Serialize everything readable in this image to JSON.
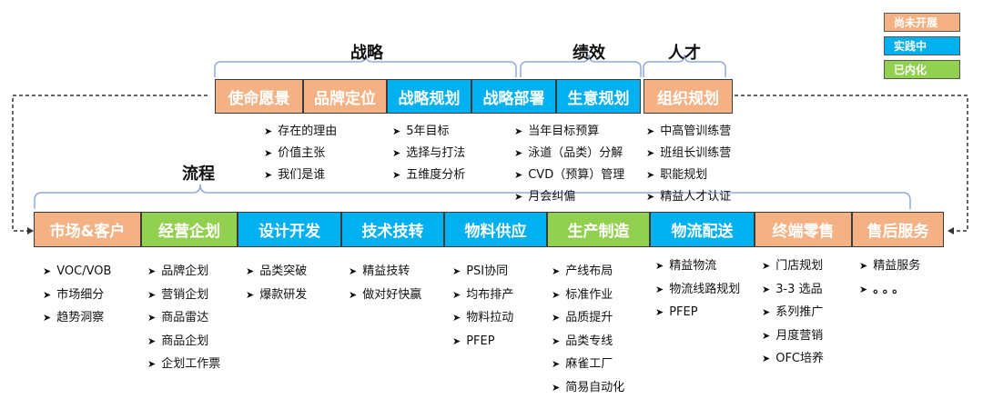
{
  "colors": {
    "todo": "#f4b183",
    "doing": "#00b0f0",
    "done": "#92d050",
    "bracket": "#8faadc",
    "dash": "#333333"
  },
  "legend": {
    "todo": "尚未开展",
    "doing": "实践中",
    "done": "已内化"
  },
  "headings": {
    "strategy": "战略",
    "performance": "绩效",
    "talent": "人才",
    "process": "流程"
  },
  "top_row": [
    {
      "label": "使命愿景",
      "status": "todo"
    },
    {
      "label": "品牌定位",
      "status": "todo"
    },
    {
      "label": "战略规划",
      "status": "doing"
    },
    {
      "label": "战略部署",
      "status": "doing"
    },
    {
      "label": "生意规划",
      "status": "doing"
    },
    {
      "label": "组织规划",
      "status": "todo"
    }
  ],
  "top_lists": [
    [
      "存在的理由",
      "价值主张",
      "我们是谁"
    ],
    [
      "5年目标",
      "选择与打法",
      "五维度分析"
    ],
    [
      "当年目标预算",
      "泳道（品类）分解",
      "CVD（预算）管理",
      "月会纠偏"
    ],
    [
      "中高管训练营",
      "班组长训练营",
      "职能规划",
      "精益人才认证"
    ]
  ],
  "bottom_row": [
    {
      "label": "市场&客户",
      "status": "todo"
    },
    {
      "label": "经营企划",
      "status": "done"
    },
    {
      "label": "设计开发",
      "status": "doing"
    },
    {
      "label": "技术技转",
      "status": "doing"
    },
    {
      "label": "物料供应",
      "status": "doing"
    },
    {
      "label": "生产制造",
      "status": "done"
    },
    {
      "label": "物流配送",
      "status": "doing"
    },
    {
      "label": "终端零售",
      "status": "todo"
    },
    {
      "label": "售后服务",
      "status": "todo"
    }
  ],
  "bottom_lists": [
    [
      "VOC/VOB",
      "市场细分",
      "趋势洞察"
    ],
    [
      "品牌企划",
      "营销企划",
      "商品雷达",
      "商品企划",
      "企划工作票"
    ],
    [
      "品类突破",
      "爆款研发"
    ],
    [
      "精益技转",
      "做对好快赢"
    ],
    [
      "PSI协同",
      "均布排产",
      "物料拉动",
      "PFEP"
    ],
    [
      "产线布局",
      "标准作业",
      "品质提升",
      "品类专线",
      "麻雀工厂",
      "简易自动化"
    ],
    [
      "精益物流",
      "物流线路规划",
      "PFEP"
    ],
    [
      "门店规划",
      "3-3 选品",
      "系列推广",
      "月度营销",
      "OFC培养"
    ],
    [
      "精益服务",
      "。。。"
    ]
  ]
}
